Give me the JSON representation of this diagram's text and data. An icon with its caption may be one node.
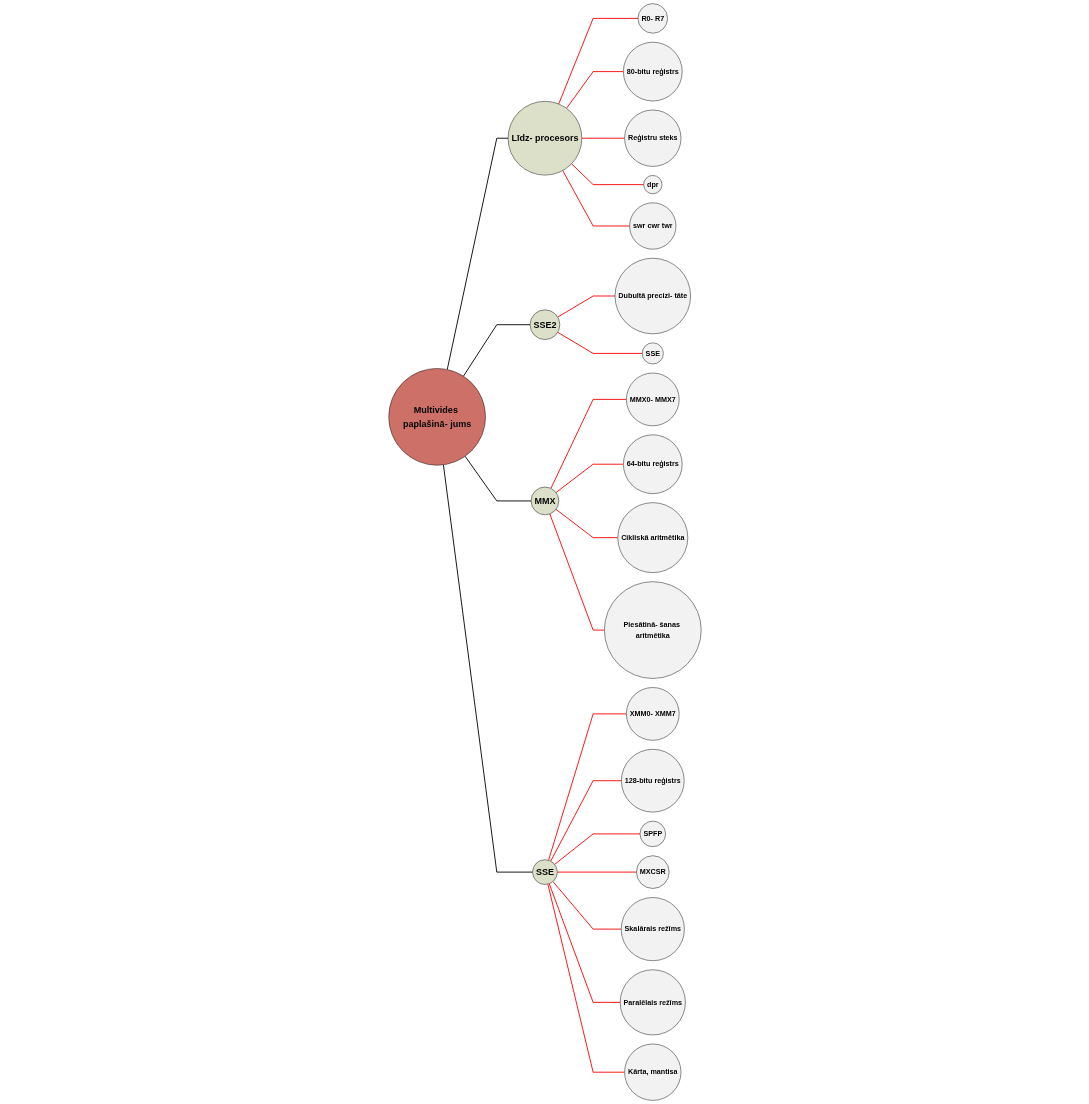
{
  "diagram": {
    "nodes": [
      {
        "text": [
          "Multivides paplašinā- jums"
        ]
      },
      {
        "text": [
          "Līdz- procesors"
        ]
      },
      {
        "text": [
          "R0- R7"
        ]
      },
      {
        "text": [
          "80-bitu reģistrs"
        ]
      },
      {
        "text": [
          "Reģistru steks"
        ]
      },
      {
        "text": [
          "dpr"
        ]
      },
      {
        "text": [
          "swr cwr twr"
        ]
      },
      {
        "text": [
          "SSE2"
        ]
      },
      {
        "text": [
          "Dubultā precizi- tāte"
        ]
      },
      {
        "text": [
          "SSE"
        ]
      },
      {
        "text": [
          "MMX"
        ]
      },
      {
        "text": [
          "MMX0- MMX7"
        ]
      },
      {
        "text": [
          "64-bitu reģistrs"
        ]
      },
      {
        "text": [
          "Cikliskā aritmētika"
        ]
      },
      {
        "text": [
          "Piesātinā- šanas aritmētika"
        ]
      },
      {
        "text": [
          "SSE"
        ]
      },
      {
        "text": [
          "XMM0- XMM7"
        ]
      },
      {
        "text": [
          "128-bitu reģistrs"
        ]
      },
      {
        "text": [
          "SPFP"
        ]
      },
      {
        "text": [
          "MXCSR"
        ]
      },
      {
        "text": [
          "Skalārais režīms"
        ]
      },
      {
        "text": [
          "Paralēlais režīms"
        ]
      },
      {
        "text": [
          "Kārta, mantisa"
        ]
      }
    ],
    "edges": [
      {
        "from": 0,
        "to": 1,
        "arrow": "none",
        "color": "#000000"
      },
      {
        "from": 1,
        "to": 2,
        "arrow": "none"
      },
      {
        "from": 1,
        "to": 3,
        "arrow": "none"
      },
      {
        "from": 1,
        "to": 4,
        "arrow": "none"
      },
      {
        "from": 1,
        "to": 5,
        "arrow": "none"
      },
      {
        "from": 1,
        "to": 6,
        "arrow": "none"
      },
      {
        "from": 0,
        "to": 7,
        "arrow": "none",
        "color": "#000000"
      },
      {
        "from": 7,
        "to": 8,
        "arrow": "none"
      },
      {
        "from": 7,
        "to": 9,
        "arrow": "none"
      },
      {
        "from": 0,
        "to": 10,
        "arrow": "none",
        "color": "#000000"
      },
      {
        "from": 10,
        "to": 11,
        "arrow": "none"
      },
      {
        "from": 10,
        "to": 12,
        "arrow": "none"
      },
      {
        "from": 10,
        "to": 13,
        "arrow": "none"
      },
      {
        "from": 10,
        "to": 14,
        "arrow": "none"
      },
      {
        "from": 0,
        "to": 15,
        "arrow": "none",
        "color": "#000000"
      },
      {
        "from": 15,
        "to": 16,
        "arrow": "none"
      },
      {
        "from": 15,
        "to": 17,
        "arrow": "none"
      },
      {
        "from": 15,
        "to": 18,
        "arrow": "none"
      },
      {
        "from": 15,
        "to": 19,
        "arrow": "none"
      },
      {
        "from": 15,
        "to": 20,
        "arrow": "none"
      },
      {
        "from": 15,
        "to": 21,
        "arrow": "none"
      },
      {
        "from": 15,
        "to": 22,
        "arrow": "none"
      }
    ]
  }
}
